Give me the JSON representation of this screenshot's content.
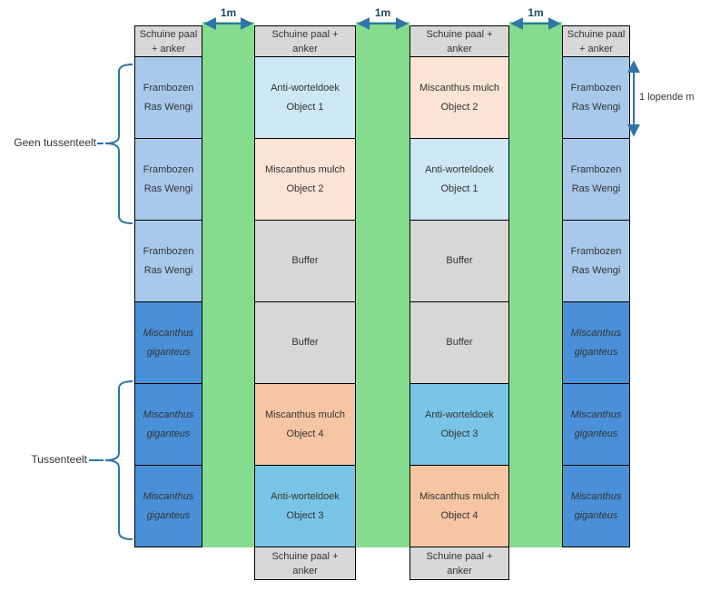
{
  "colors": {
    "green_strip": "#85DC8E",
    "header_gray": "#D8D8D8",
    "buffer_gray": "#D7D7D7",
    "frambozen_blue": "#A9C9EC",
    "miscanthus_blue": "#4A90D9",
    "object1_blue": "#CEE7F5",
    "object2_peach": "#FBE3D6",
    "object3_blue": "#79C5E8",
    "object4_peach": "#F6C6A4",
    "annotation_blue": "#2E76A8",
    "measure_text": "#1D4A63",
    "cell_text": "#333333"
  },
  "annotations": {
    "top_gaps": [
      "1m",
      "1m",
      "1m"
    ],
    "right_measure": "1 lopende m",
    "left_groups": [
      {
        "label": "Geen tussenteelt"
      },
      {
        "label": "Tussenteelt"
      }
    ]
  },
  "grid": {
    "columns": [
      {
        "id": "raspberry-row-left",
        "header": "Schuine paal\n+ anker",
        "footer": null,
        "cells": [
          {
            "text": "Frambozen\nRas Wengi",
            "type": "frambozen_blue",
            "italic": false
          },
          {
            "text": "Frambozen\nRas Wengi",
            "type": "frambozen_blue",
            "italic": false
          },
          {
            "text": "Frambozen\nRas Wengi",
            "type": "frambozen_blue",
            "italic": false
          },
          {
            "text": "Miscanthus\ngiganteus",
            "type": "miscanthus_blue",
            "italic": true
          },
          {
            "text": "Miscanthus\ngiganteus",
            "type": "miscanthus_blue",
            "italic": true
          },
          {
            "text": "Miscanthus\ngiganteus",
            "type": "miscanthus_blue",
            "italic": true
          }
        ]
      },
      {
        "id": "treatment-row-a",
        "header": "Schuine paal +\nanker",
        "footer": "Schuine paal +\nanker",
        "cells": [
          {
            "text": "Anti-worteldoek\nObject 1",
            "type": "object1_blue",
            "italic": false
          },
          {
            "text": "Miscanthus mulch\nObject 2",
            "type": "object2_peach",
            "italic": false
          },
          {
            "text": "Buffer",
            "type": "buffer_gray",
            "italic": false
          },
          {
            "text": "Buffer",
            "type": "buffer_gray",
            "italic": false
          },
          {
            "text": "Miscanthus mulch\nObject 4",
            "type": "object4_peach",
            "italic": false
          },
          {
            "text": "Anti-worteldoek\nObject 3",
            "type": "object3_blue",
            "italic": false
          }
        ]
      },
      {
        "id": "treatment-row-b",
        "header": "Schuine paal +\nanker",
        "footer": "Schuine paal +\nanker",
        "cells": [
          {
            "text": "Miscanthus mulch\nObject 2",
            "type": "object2_peach",
            "italic": false
          },
          {
            "text": "Anti-worteldoek\nObject 1",
            "type": "object1_blue",
            "italic": false
          },
          {
            "text": "Buffer",
            "type": "buffer_gray",
            "italic": false
          },
          {
            "text": "Buffer",
            "type": "buffer_gray",
            "italic": false
          },
          {
            "text": "Anti-worteldoek\nObject 3",
            "type": "object3_blue",
            "italic": false
          },
          {
            "text": "Miscanthus mulch\nObject 4",
            "type": "object4_peach",
            "italic": false
          }
        ]
      },
      {
        "id": "raspberry-row-right",
        "header": "Schuine paal\n+ anker",
        "footer": null,
        "cells": [
          {
            "text": "Frambozen\nRas Wengi",
            "type": "frambozen_blue",
            "italic": false
          },
          {
            "text": "Frambozen\nRas Wengi",
            "type": "frambozen_blue",
            "italic": false
          },
          {
            "text": "Frambozen\nRas Wengi",
            "type": "frambozen_blue",
            "italic": false
          },
          {
            "text": "Miscanthus\ngiganteus",
            "type": "miscanthus_blue",
            "italic": true
          },
          {
            "text": "Miscanthus\ngiganteus",
            "type": "miscanthus_blue",
            "italic": true
          },
          {
            "text": "Miscanthus\ngiganteus",
            "type": "miscanthus_blue",
            "italic": true
          }
        ]
      }
    ]
  }
}
